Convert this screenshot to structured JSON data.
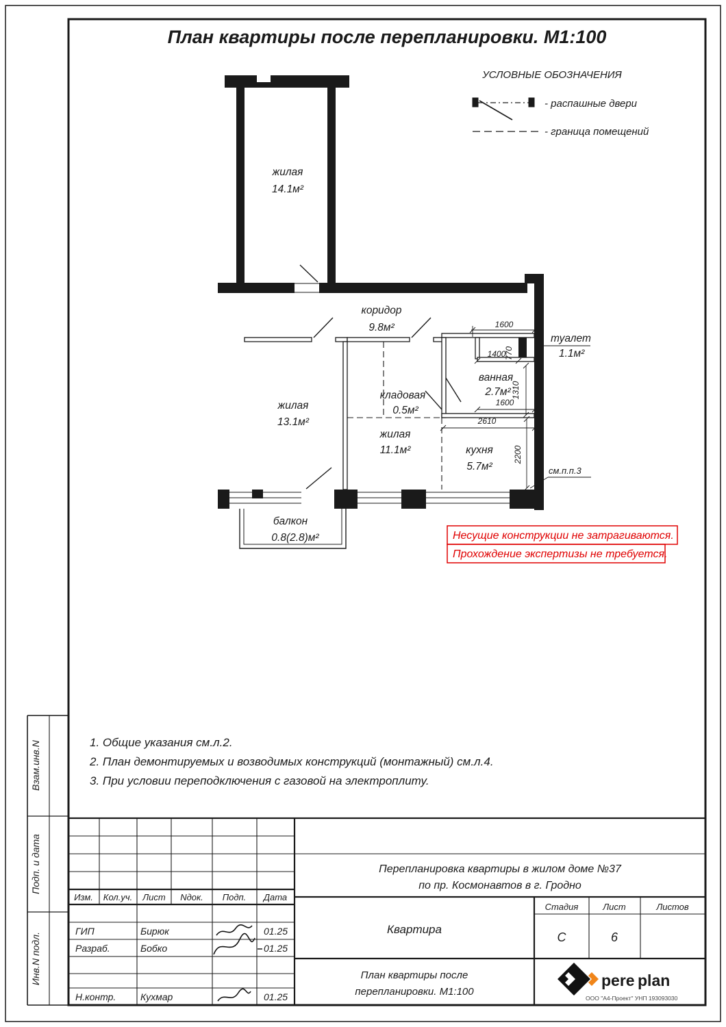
{
  "page": {
    "title": "План квартиры после перепланировки. М1:100"
  },
  "legend": {
    "title": "УСЛОВНЫЕ ОБОЗНАЧЕНИЯ",
    "door_label": "- распашные двери",
    "boundary_label": "- граница помещений"
  },
  "plan": {
    "rooms": [
      {
        "name": "жилая",
        "area": "14.1м²"
      },
      {
        "name": "коридор",
        "area": "9.8м²"
      },
      {
        "name": "туалет",
        "area": "1.1м²"
      },
      {
        "name": "ванная",
        "area": "2.7м²"
      },
      {
        "name": "кладовая",
        "area": "0.5м²"
      },
      {
        "name": "жилая",
        "area": "13.1м²"
      },
      {
        "name": "жилая",
        "area": "11.1м²"
      },
      {
        "name": "кухня",
        "area": "5.7м²"
      },
      {
        "name": "балкон",
        "area": "0.8(2.8)м²"
      }
    ],
    "dims": [
      "1600",
      "1400",
      "770",
      "1310",
      "1600",
      "2610",
      "2200"
    ],
    "note_ref": "см.п.п.3"
  },
  "warning": {
    "line1": "Несущие конструкции не затрагиваются.",
    "line2": "Прохождение экспертизы не требуется."
  },
  "notes": [
    "1. Общие указания см.л.2.",
    "2. План демонтируемых и возводимых конструкций (монтажный) см.л.4.",
    "3. При условии переподключения с газовой на электроплиту."
  ],
  "sidebar": {
    "cells": [
      "Взам.инв.N",
      "Подп. и дата",
      "Инв.N подл."
    ]
  },
  "titleblock": {
    "headers": [
      "Изм.",
      "Кол.уч.",
      "Лист",
      "Nдок.",
      "Подп.",
      "Дата"
    ],
    "rows": [
      {
        "role": "ГИП",
        "name": "Бирюк",
        "date": "01.25"
      },
      {
        "role": "Разраб.",
        "name": "Бобко",
        "date": "01.25"
      },
      {
        "role": "Н.контр.",
        "name": "Кухмар",
        "date": "01.25"
      }
    ],
    "project_line1": "Перепланировка квартиры в жилом доме №37",
    "project_line2": "по пр. Космонавтов в г. Гродно",
    "object": "Квартира",
    "stage_label": "Стадия",
    "sheet_label": "Лист",
    "sheets_label": "Листов",
    "stage": "С",
    "sheet": "6",
    "doc_line1": "План квартиры после",
    "doc_line2": "перепланировки. М1:100",
    "logo_black": "pere",
    "logo_orange": "plan",
    "company": "ООО \"А4-Проект\" УНП 193093030"
  }
}
